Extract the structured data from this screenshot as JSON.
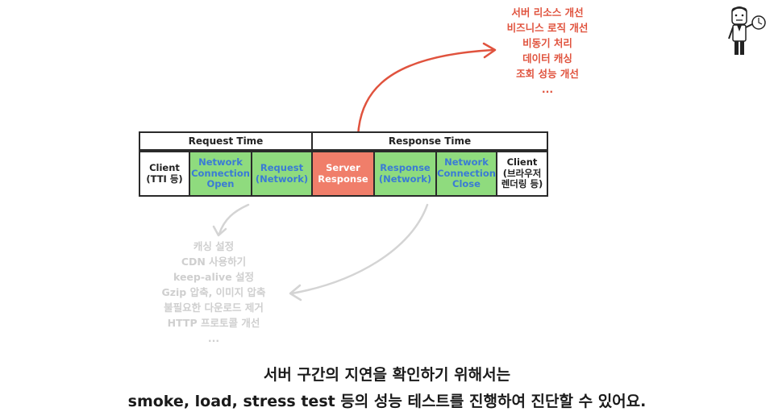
{
  "top_right_list": [
    "서버 리소스 개선",
    "비즈니스 로직 개선",
    "비동기 처리",
    "데이터 캐싱",
    "조회 성능 개선",
    "..."
  ],
  "bottom_left_list": [
    "캐싱 설정",
    "CDN 사용하기",
    "keep-alive 설정",
    "Gzip 압축, 이미지 압축",
    "불필요한 다운로드 제거",
    "HTTP 프로토콜 개선",
    "..."
  ],
  "table": {
    "request_time": "Request Time",
    "response_time": "Response Time",
    "cells": [
      {
        "label": "Client\n(TTI 등)",
        "style": "white"
      },
      {
        "label": "Network\nConnection\nOpen",
        "style": "green"
      },
      {
        "label": "Request\n(Network)",
        "style": "green"
      },
      {
        "label": "Server\nResponse",
        "style": "red"
      },
      {
        "label": "Response\n(Network)",
        "style": "green"
      },
      {
        "label": "Network\nConnection\nClose",
        "style": "green"
      },
      {
        "label": "Client\n(브라우저\n렌더링 등)",
        "style": "white"
      }
    ]
  },
  "subtitle": {
    "line1": "서버 구간의 지연을 확인하기 위해서는",
    "line2": "smoke, load, stress test 등의 성능 테스트를 진행하여 진단할 수 있어요."
  },
  "colors": {
    "green": "#8fdb7e",
    "red": "#f07e6a",
    "blue_text": "#3a7bd5",
    "red_text": "#e0533e",
    "grey_text": "#cfcfcf"
  }
}
